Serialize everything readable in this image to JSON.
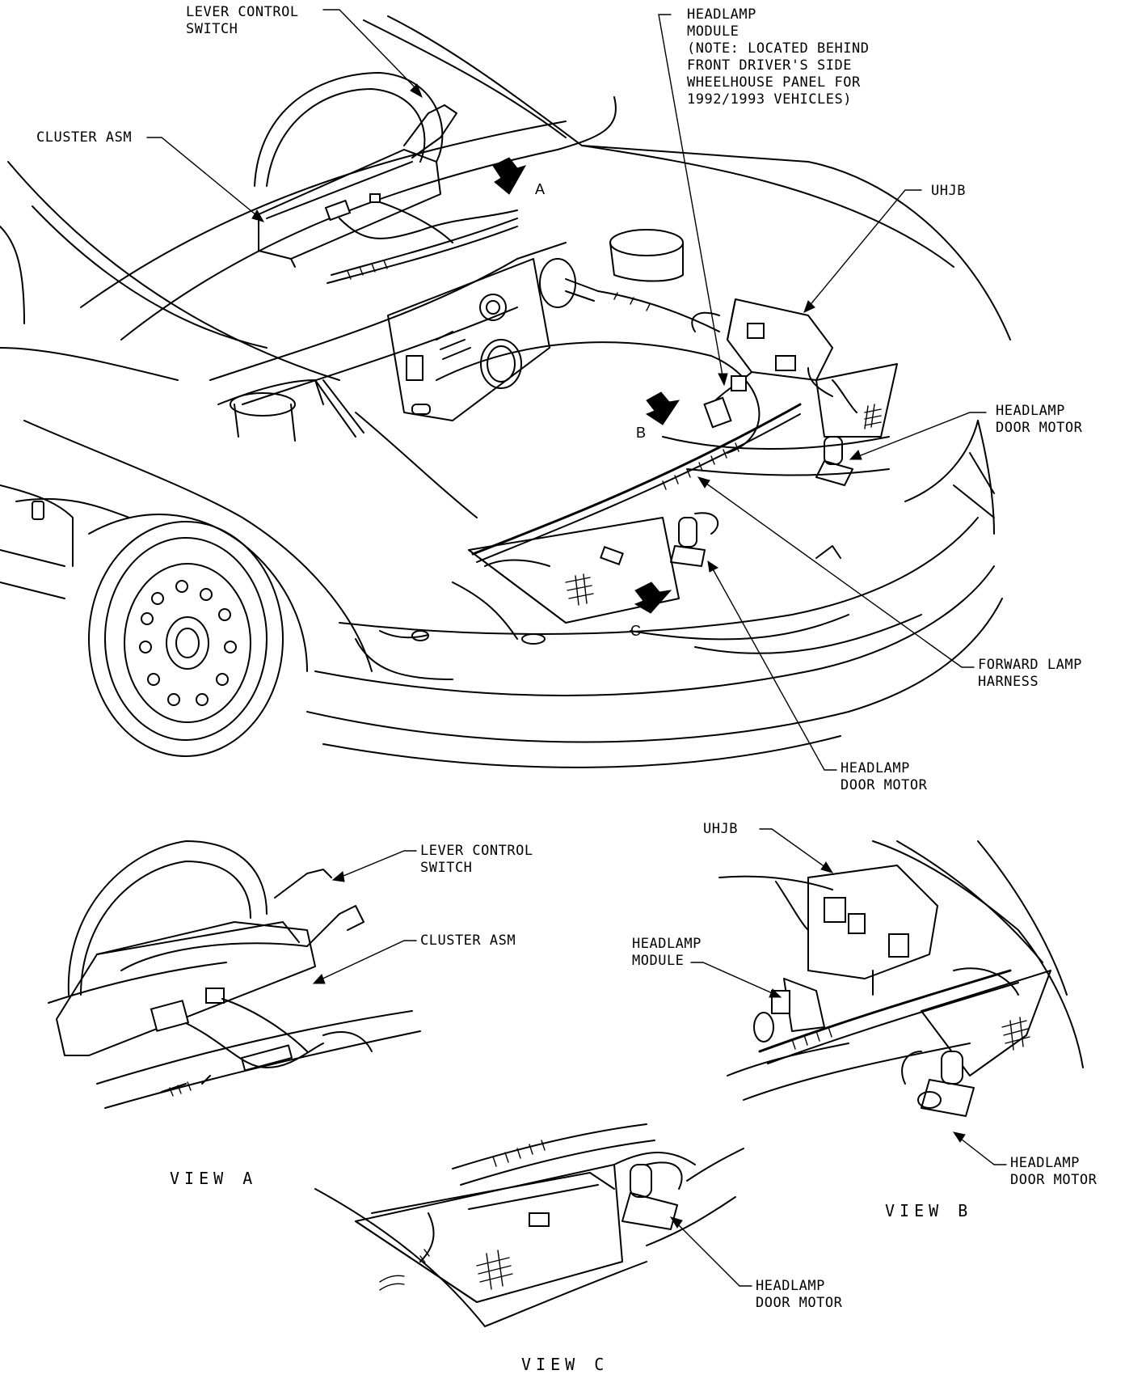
{
  "labels": {
    "lever_control_switch_top": "LEVER CONTROL\nSWITCH",
    "cluster_asm_top": "CLUSTER ASM",
    "headlamp_module_top": "HEADLAMP\nMODULE\n(NOTE: LOCATED BEHIND\nFRONT DRIVER'S SIDE\nWHEELHOUSE PANEL FOR\n1992/1993 VEHICLES)",
    "uhjb_top": "UHJB",
    "headlamp_door_motor_right": "HEADLAMP\nDOOR MOTOR",
    "forward_lamp_harness": "FORWARD LAMP\nHARNESS",
    "headlamp_door_motor_center": "HEADLAMP\nDOOR MOTOR",
    "view_a_lever_control_switch": "LEVER CONTROL\nSWITCH",
    "view_a_cluster_asm": "CLUSTER ASM",
    "view_b_uhjb": "UHJB",
    "view_b_headlamp_module": "HEADLAMP\nMODULE",
    "view_b_headlamp_door_motor": "HEADLAMP\nDOOR MOTOR",
    "view_c_headlamp_door_motor": "HEADLAMP\nDOOR MOTOR"
  },
  "view_arrows": {
    "a": "A",
    "b": "B",
    "c": "C"
  },
  "view_titles": {
    "view_a": "VIEW A",
    "view_b": "VIEW B",
    "view_c": "VIEW C"
  },
  "colors": {
    "ink": "#000000",
    "paper": "#ffffff"
  }
}
